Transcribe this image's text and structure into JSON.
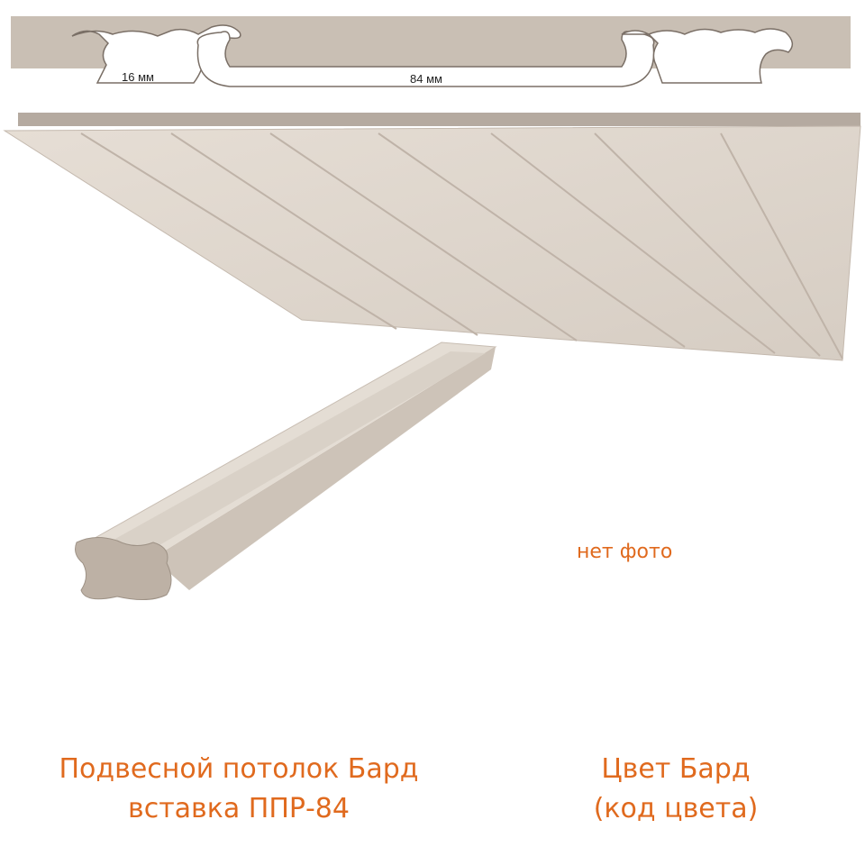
{
  "profile": {
    "dim_small": "16 мм",
    "dim_large": "84 мм"
  },
  "no_photo_label": "нет фото",
  "caption_left": {
    "line1": "Подвесной потолок Бард",
    "line2": "вставка ППР-84"
  },
  "caption_right": {
    "line1": "Цвет Бард",
    "line2": "(код цвета)"
  },
  "colors": {
    "panel": "#d8cfc6",
    "panel_dark": "#b5aaa0",
    "accent_text": "#e06a1e"
  }
}
